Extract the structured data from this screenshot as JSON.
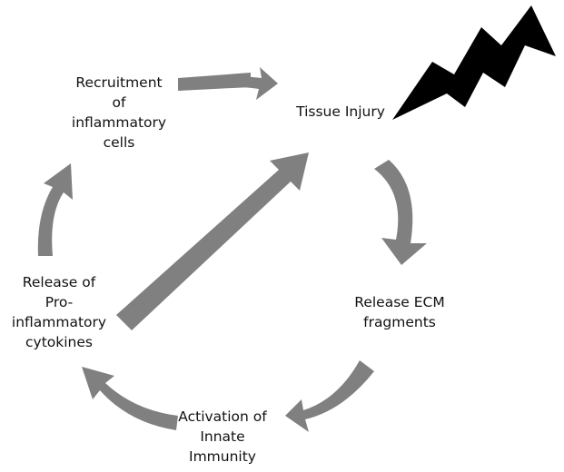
{
  "diagram": {
    "nodes": {
      "tissue_injury": {
        "lines": [
          "Tissue Injury"
        ]
      },
      "release_ecm": {
        "lines": [
          "Release ECM",
          "fragments"
        ]
      },
      "activation_innate": {
        "lines": [
          "Activation of",
          "Innate",
          "Immunity"
        ]
      },
      "release_cytokines": {
        "lines": [
          "Release of",
          "Pro-",
          "inflammatory",
          "cytokines"
        ]
      },
      "recruitment": {
        "lines": [
          "Recruitment",
          "of",
          "inflammatory",
          "cells"
        ]
      }
    },
    "arrow_color": "#808080",
    "lightning_color": "#000000",
    "edges": [
      {
        "from": "tissue_injury",
        "to": "release_ecm"
      },
      {
        "from": "release_ecm",
        "to": "activation_innate"
      },
      {
        "from": "activation_innate",
        "to": "release_cytokines"
      },
      {
        "from": "release_cytokines",
        "to": "recruitment"
      },
      {
        "from": "recruitment",
        "to": "tissue_injury"
      },
      {
        "from": "release_cytokines",
        "to": "tissue_injury"
      }
    ]
  }
}
